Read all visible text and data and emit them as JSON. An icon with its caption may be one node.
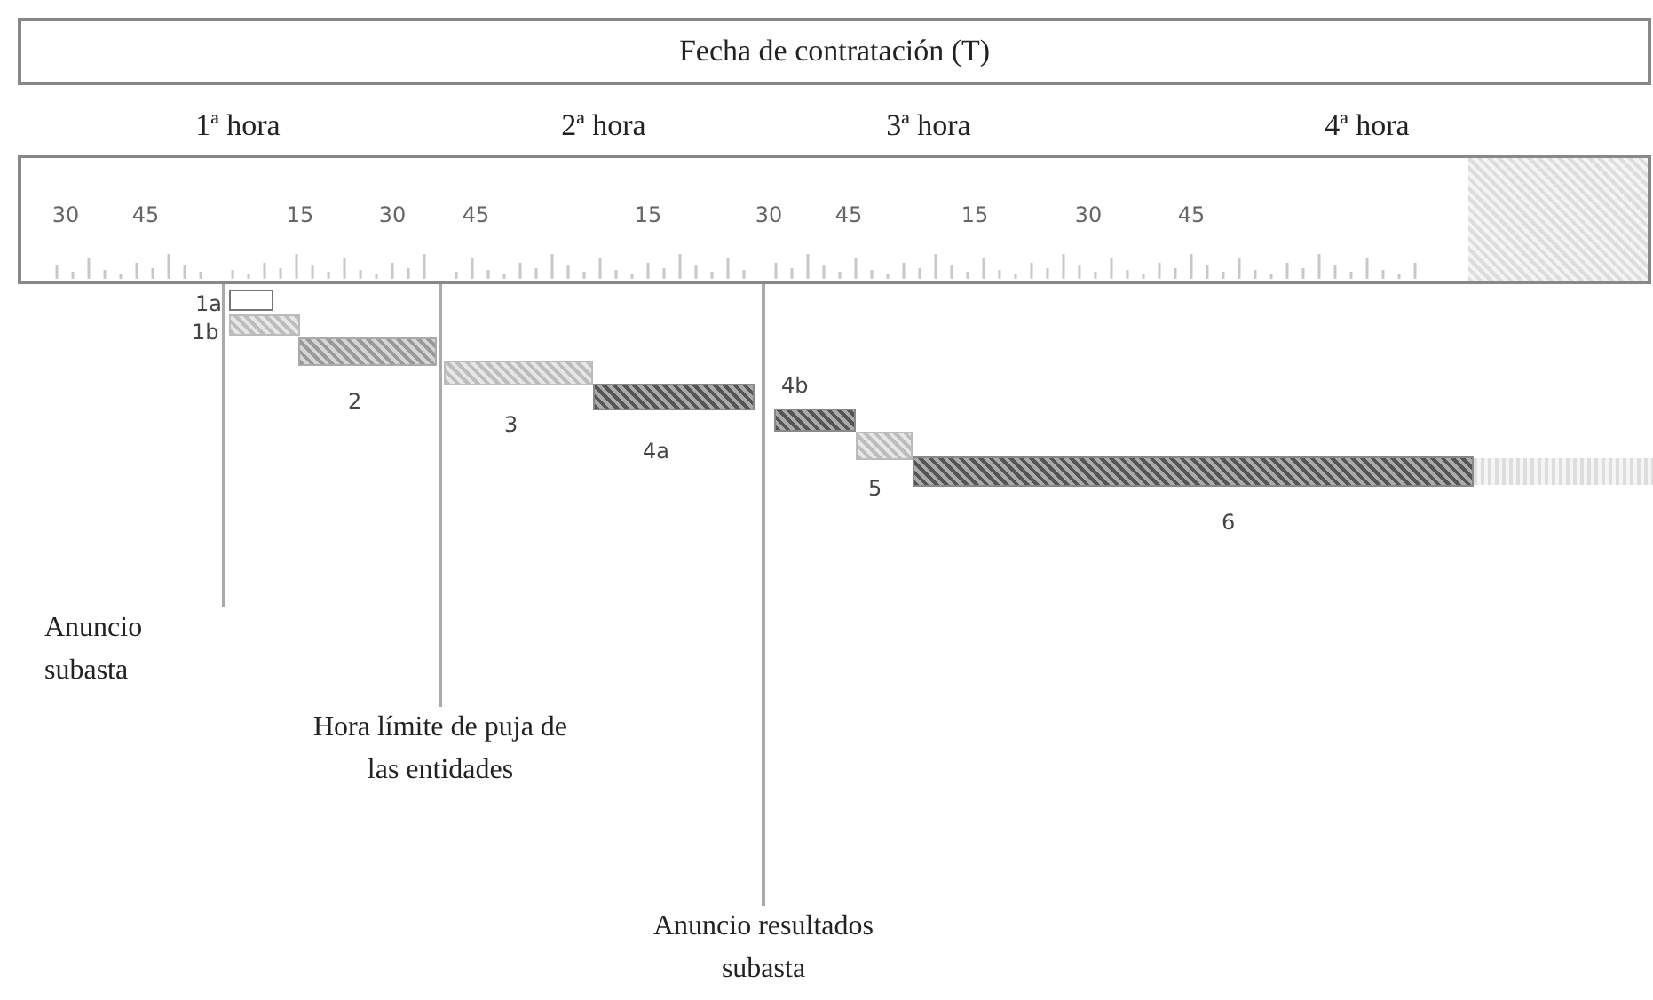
{
  "diagram": {
    "nodes": [
      {
        "text": [
          "Fecha de contratación (T)"
        ]
      },
      {
        "text": [],
        "shape": "box"
      },
      {
        "text": [],
        "shape": "bar",
        "beside": [
          "1a"
        ]
      },
      {
        "text": [],
        "shape": "bar",
        "beside": [
          "1b"
        ]
      },
      {
        "text": [],
        "shape": "bar",
        "beside": [
          "2"
        ]
      },
      {
        "text": [],
        "shape": "bar",
        "beside": [
          "3"
        ]
      },
      {
        "text": [],
        "shape": "bar",
        "beside": [
          "4a"
        ]
      },
      {
        "text": [],
        "shape": "bar",
        "beside": [
          "4b"
        ]
      },
      {
        "text": [],
        "shape": "bar",
        "beside": [
          "5"
        ]
      },
      {
        "text": [],
        "shape": "bar",
        "beside": [
          "6"
        ]
      },
      {
        "text": [
          "Anuncio subasta"
        ]
      },
      {
        "text": [
          "Hora límite de puja de las entidades"
        ]
      },
      {
        "text": [
          "Anuncio resultados subasta"
        ]
      }
    ],
    "edges": [
      {
        "from": 10,
        "to": 1,
        "arrow": "none"
      },
      {
        "from": 11,
        "to": 1,
        "arrow": "none"
      },
      {
        "from": 12,
        "to": 1,
        "arrow": "none"
      }
    ],
    "labels": [
      "1ª hora",
      "2ª hora",
      "3ª hora",
      "4ª hora",
      "30",
      "45",
      "15",
      "30",
      "45",
      "15",
      "30",
      "45",
      "15",
      "30",
      "45"
    ]
  }
}
